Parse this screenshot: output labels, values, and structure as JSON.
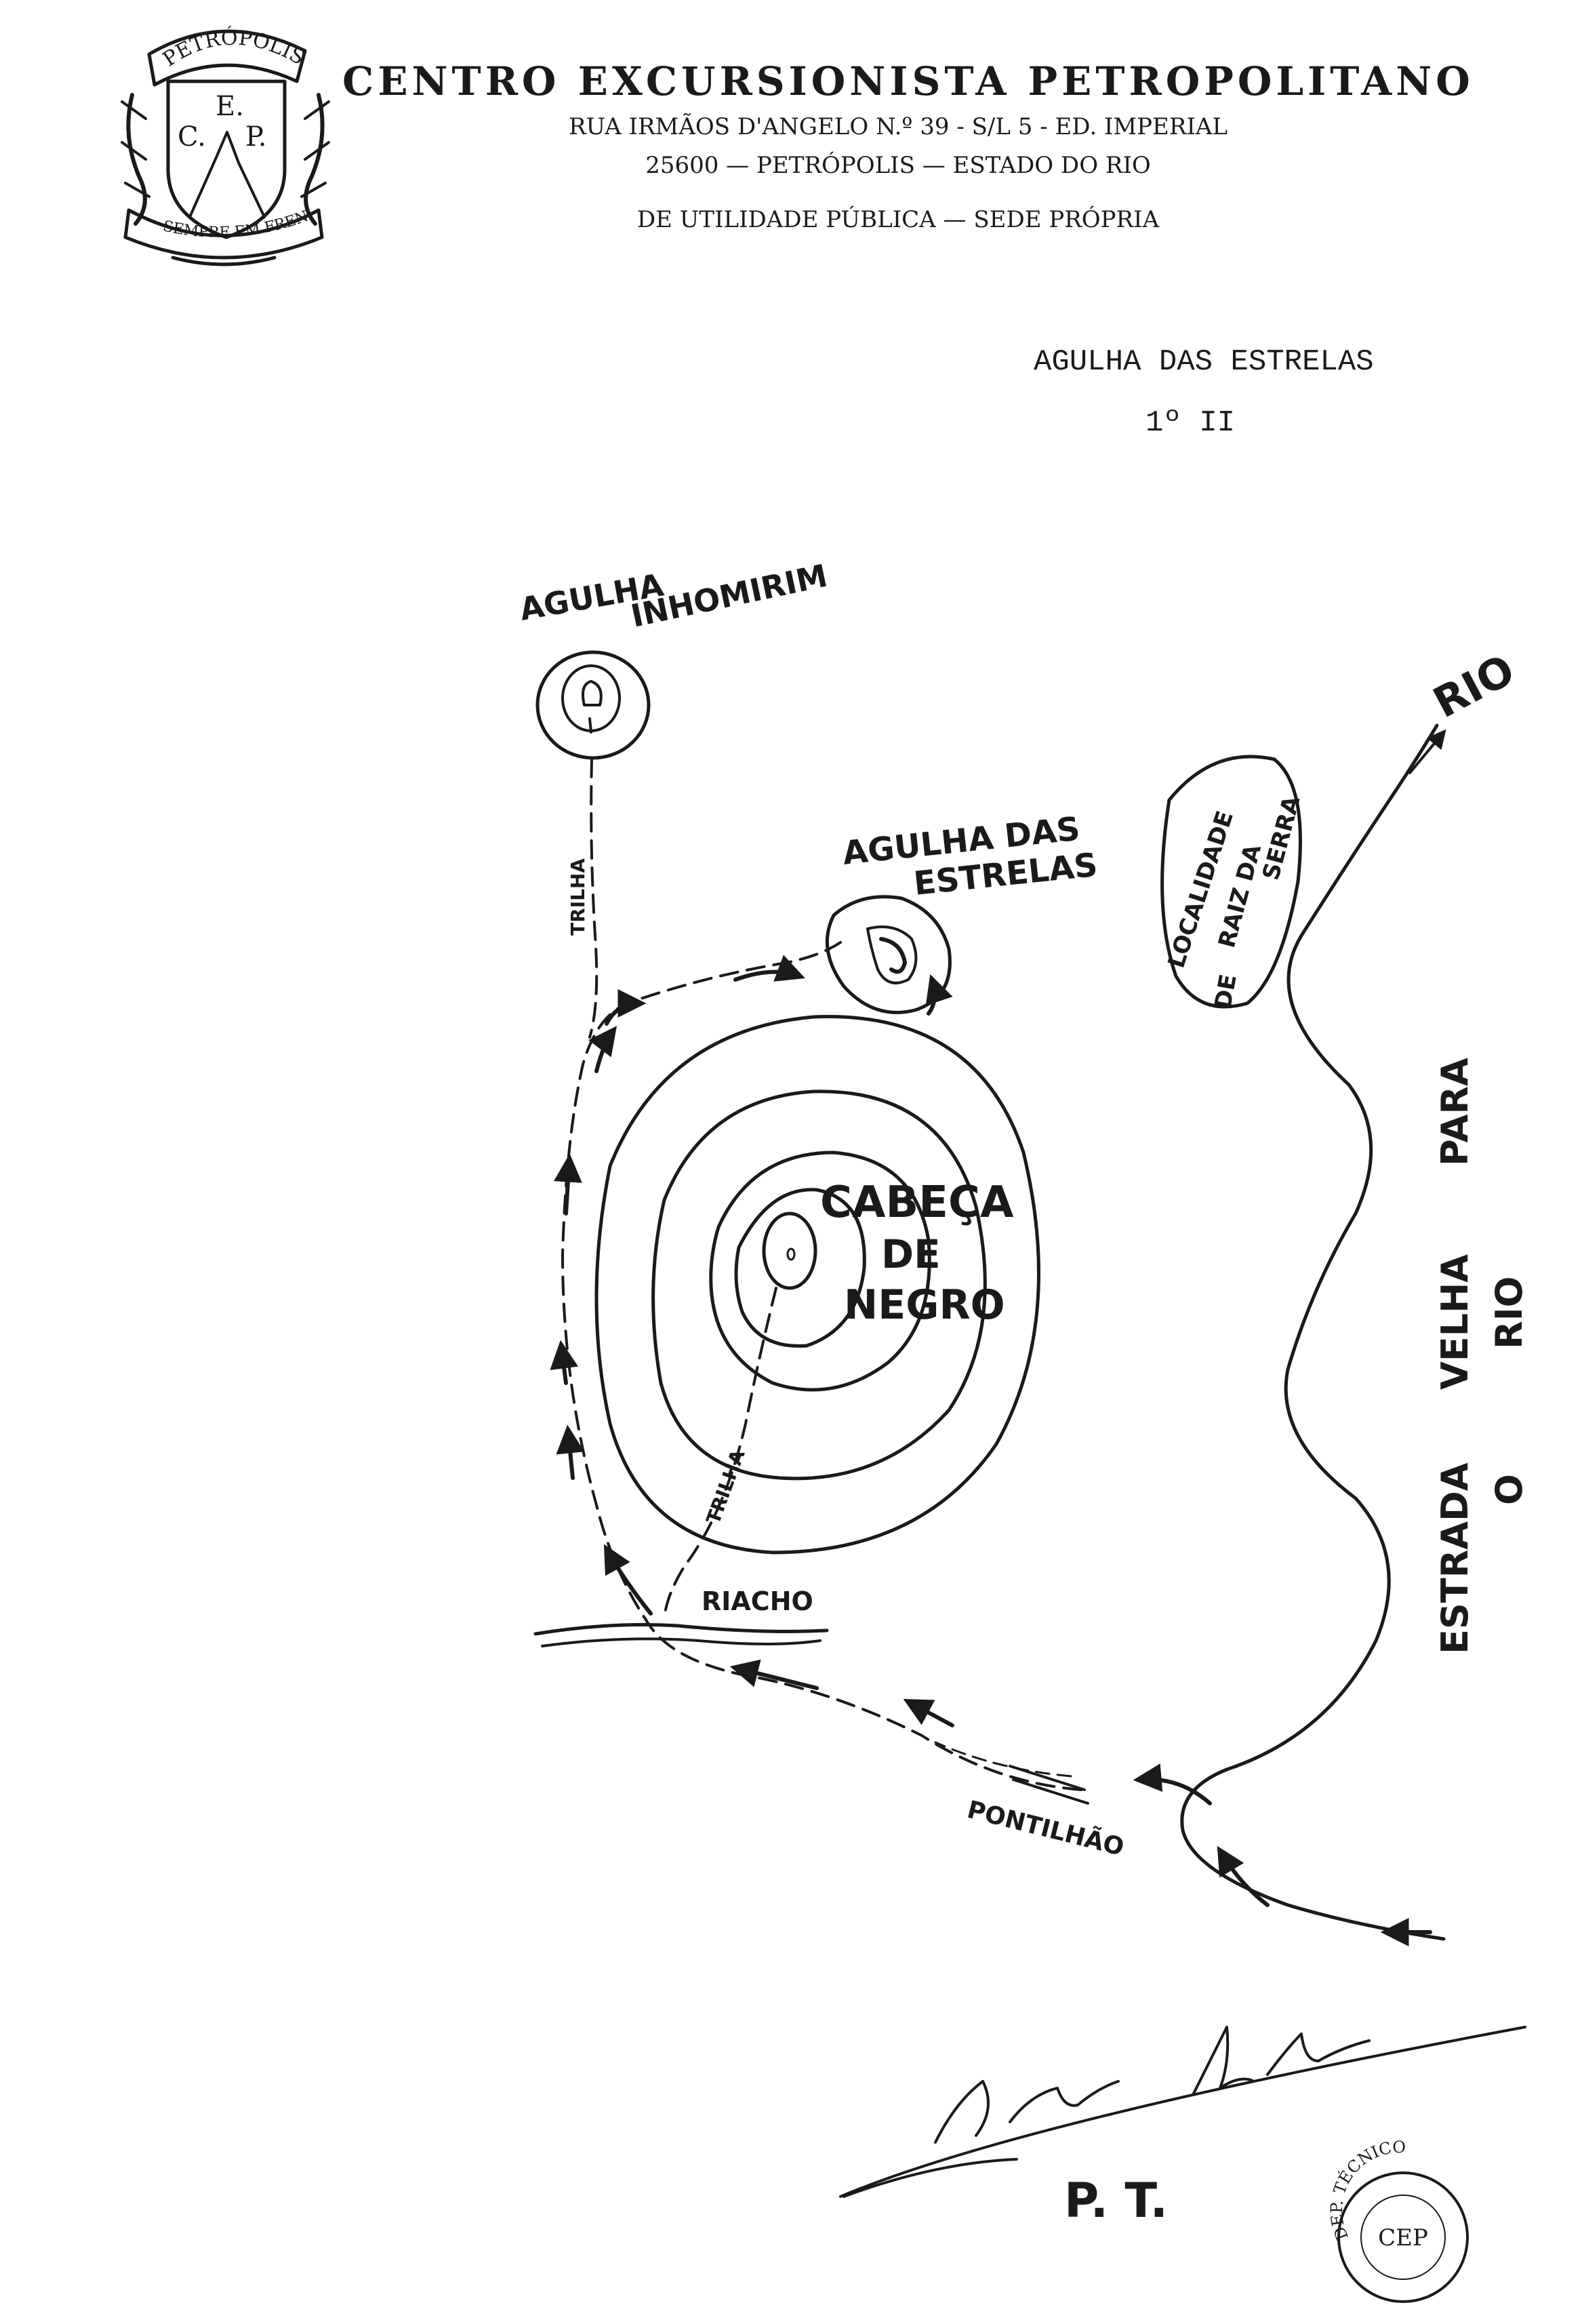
{
  "letterhead": {
    "logo": {
      "top_text": "PETRÓPOLIS",
      "initials_e": "E.",
      "initials_c": "C.",
      "initials_p": "P.",
      "banner_text": "SEMPRE EM FRENTE"
    },
    "org_name": "CENTRO EXCURSIONISTA PETROPOLITANO",
    "address_line": "RUA IRMÃOS D'ANGELO N.º 39 - S/L 5 - ED. IMPERIAL",
    "city_line": "25600 — PETRÓPOLIS — ESTADO DO RIO",
    "status_line": "DE UTILIDADE PÚBLICA — SEDE PRÓPRIA"
  },
  "route_header": {
    "title": "AGULHA DAS ESTRELAS",
    "grade": "1º II"
  },
  "map": {
    "labels": {
      "agulha_inhomirim_1": "AGULHA",
      "agulha_inhomirim_2": "INHOMIRIM",
      "agulha_estrelas_1": "AGULHA DAS",
      "agulha_estrelas_2": "ESTRELAS",
      "cabeca_1": "CABEÇA",
      "cabeca_2": "DE",
      "cabeca_3": "NEGRO",
      "trilha_upper": "TRILHA",
      "trilha_lower": "TRILHA",
      "riacho": "RIACHO",
      "pontilhao": "PONTILHÃO",
      "rio": "RIO",
      "localidade_1": "LOCALIDADE",
      "localidade_2": "DE",
      "localidade_3": "RAIZ DA",
      "localidade_4": "SERRA",
      "estrada_1": "ESTRADA",
      "estrada_2": "VELHA",
      "estrada_3": "PARA",
      "estrada_4": "O",
      "estrada_5": "RIO"
    }
  },
  "signature": {
    "name": "Lafersen de Costa",
    "role": "P. T."
  },
  "stamp": {
    "outer_text": "DEP. TÉCNICO",
    "inner_text": "CEP"
  },
  "colors": {
    "ink": "#1a1a1a",
    "paper": "#ffffff"
  }
}
